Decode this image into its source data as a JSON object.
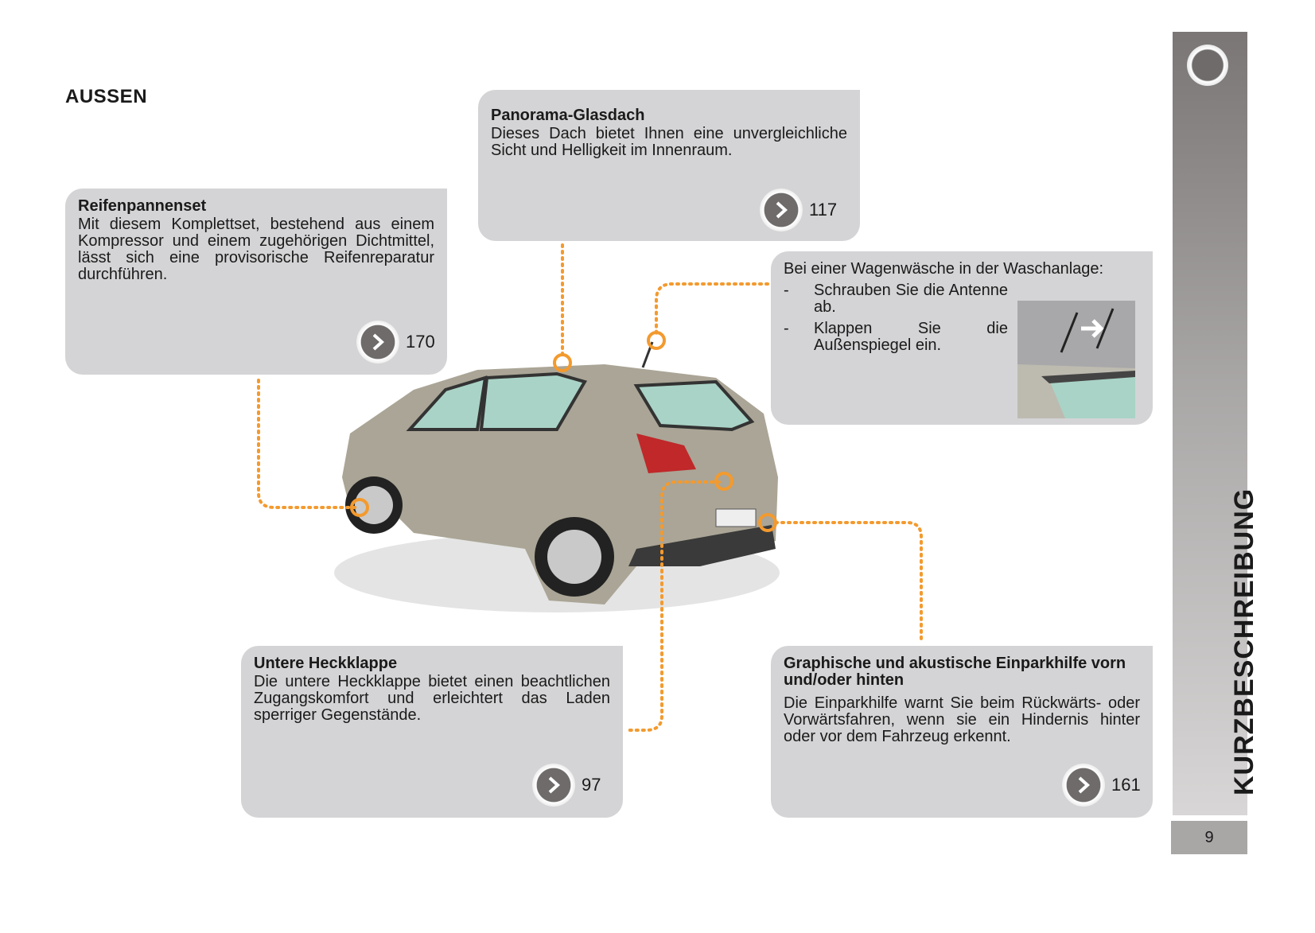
{
  "section_title": "AUSSEN",
  "sidebar": {
    "chapter": "KURZBESCHREIBUNG",
    "page_number": "9"
  },
  "boxes": {
    "tyre": {
      "heading": "Reifenpannenset",
      "text": "Mit diesem Komplettset, bestehend aus einem Kompressor und einem zugehörigen Dichtmittel, lässt sich eine provisorische Reifenreparatur durchführen.",
      "page": "170"
    },
    "roof": {
      "heading": "Panorama-Glasdach",
      "text": "Dieses Dach bietet Ihnen eine unvergleichliche Sicht und Helligkeit im Innenraum.",
      "page": "117"
    },
    "wash": {
      "intro": "Bei einer Wagenwäsche in der Waschanlage:",
      "items": [
        "Schrauben Sie die Antenne ab.",
        "Klappen Sie die Außenspiegel ein."
      ],
      "dash": "-"
    },
    "tailgate": {
      "heading": "Untere Heckklappe",
      "text": "Die untere Heckklappe bietet einen beachtlichen Zugangskomfort und erleichtert das Laden sperriger Gegenstände.",
      "page": "97"
    },
    "parking": {
      "heading": "Graphische und akustische Einparkhilfe vorn und/oder hinten",
      "text": "Die Einparkhilfe warnt Sie beim Rückwärts- oder Vorwärtsfahren, wenn sie ein Hindernis hinter oder vor dem Fahrzeug erkennt.",
      "page": "161"
    }
  },
  "colors": {
    "accent": "#f39a2e",
    "box": "#d4d4d6"
  }
}
